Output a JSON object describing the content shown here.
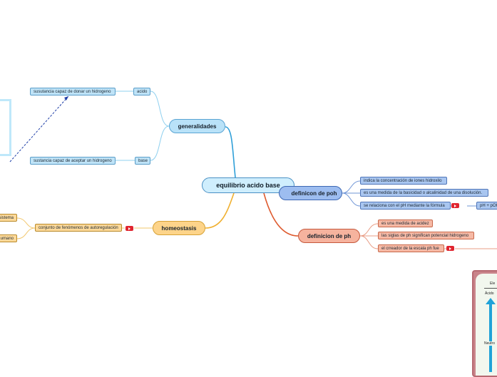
{
  "root": "equilibrio acido base",
  "generalidades": {
    "label": "generalidades",
    "acido": {
      "label": "acido",
      "def": "susutancia capaz de donar un hidrogeno"
    },
    "base": {
      "label": "base",
      "def": "sustancia capaz de aceptar un hidrogeno"
    }
  },
  "poh": {
    "label": "definicon de poh",
    "items": [
      "indica la concentración de iones hidroxilo",
      "es una medida de la basicidad o alcalinidad de una disolución.",
      "se relaciona con el pH mediante la fórmula"
    ],
    "formula": "pH + pOH"
  },
  "ph": {
    "label": "definicion de ph",
    "items": [
      "es una medida de acidez",
      "las siglas de ph significan potencial hidrogeno",
      "el crreador de la escala ph fue"
    ]
  },
  "homeostasis": {
    "label": "homeostasis",
    "def": "conjunto de fenómenos de autoregulación",
    "children": [
      "sistema",
      "umano"
    ]
  },
  "scale_image": {
    "title": "Ele",
    "top_label": "Ácido",
    "mid_label": "Neutro"
  },
  "colors": {
    "acido_blue": "#5b9ec9",
    "poh": "#3d68b3",
    "ph": "#c6583c",
    "homeostasis": "#d7a235"
  }
}
